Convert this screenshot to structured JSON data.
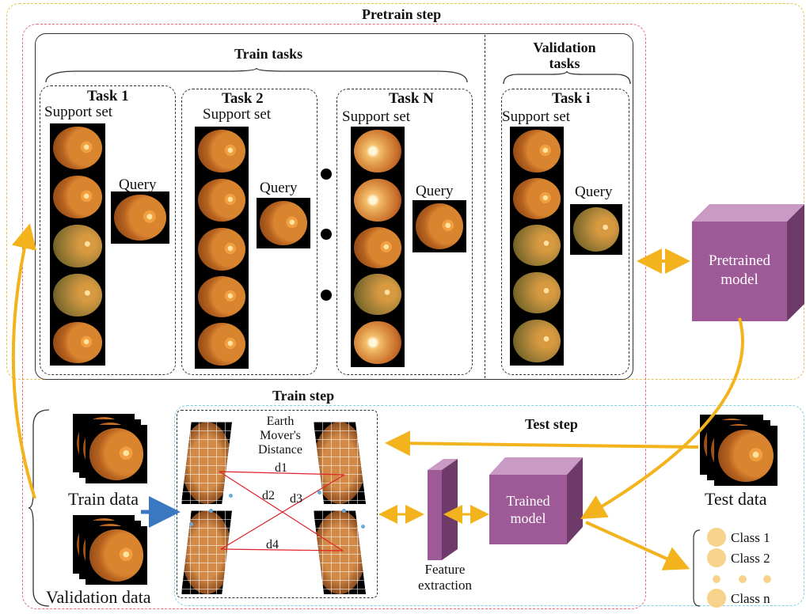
{
  "pretrain": {
    "title": "Pretrain step"
  },
  "train_tasks": {
    "title": "Train tasks"
  },
  "validation_tasks": {
    "title": "Validation tasks"
  },
  "tasks": [
    {
      "title": "Task 1",
      "support": "Support set",
      "query": "Query"
    },
    {
      "title": "Task 2",
      "support": "Support set",
      "query": "Query"
    },
    {
      "title": "Task N",
      "support": "Support set",
      "query": "Query"
    },
    {
      "title": "Task i",
      "support": "Support set",
      "query": "Query"
    }
  ],
  "pretrained_model": {
    "label": "Pretrained model"
  },
  "train_step": {
    "title": "Train step",
    "train_data": "Train data",
    "validation_data": "Validation data"
  },
  "emd": {
    "label": "Earth Mover's Distance",
    "d1": "d1",
    "d2": "d2",
    "d3": "d3",
    "d4": "d4"
  },
  "test_step": {
    "title": "Test step",
    "test_data": "Test data"
  },
  "feature_extraction": {
    "label": "Feature extraction"
  },
  "trained_model": {
    "label": "Trained model"
  },
  "classes": [
    "Class 1",
    "Class 2",
    "Class n"
  ],
  "colors": {
    "cube": "#9d5a96",
    "arrow": "#f2b31c",
    "arrow_blue": "#3b78c2",
    "emd_line": "#e0202a"
  }
}
